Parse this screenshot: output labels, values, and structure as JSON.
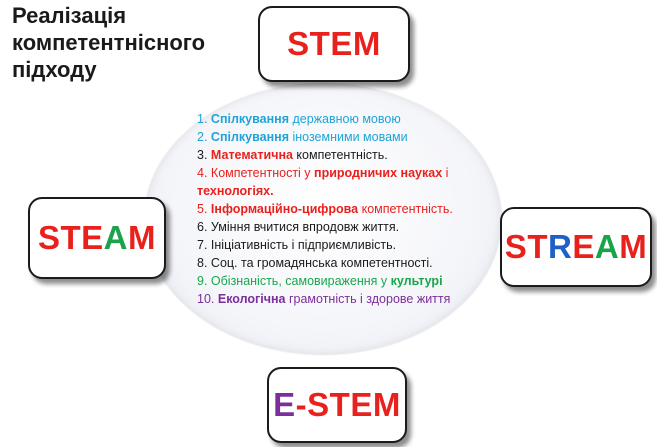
{
  "title": {
    "line1": "Реалізація",
    "line2": "компетентнісного",
    "line3": "підходу"
  },
  "cards": {
    "top": {
      "label": "STEM"
    },
    "left": {
      "letters": [
        "S",
        "T",
        "E",
        "A",
        "M"
      ]
    },
    "right": {
      "letters": [
        "S",
        "T",
        "R",
        "E",
        "A",
        "M"
      ]
    },
    "bottom": {
      "prefix": "E",
      "dash": "-",
      "rest": "STEM"
    }
  },
  "colors": {
    "red": "#e8211d",
    "green": "#1aa34a",
    "blue": "#1f5fc8",
    "purple": "#7b2f9b",
    "cyan": "#1fa3d8"
  },
  "list": [
    {
      "num": "1.",
      "bold": "Спілкування",
      "rest": " державною мовою"
    },
    {
      "num": "2.",
      "bold": "Спілкування",
      "rest": " іноземними мовами"
    },
    {
      "num": "3.",
      "bold": "Математична",
      "rest": " компетентність."
    },
    {
      "num": "4.",
      "pre": " Компетентності у ",
      "bold": "природничих науках",
      "rest": " і",
      "cont": "технологіях."
    },
    {
      "num": "5.",
      "bold": "Інформаційно-цифрова",
      "rest": " компетентність."
    },
    {
      "num": "6.",
      "rest": " Уміння вчитися впродовж життя."
    },
    {
      "num": "7.",
      "rest": " Ініціативність і підприємливість."
    },
    {
      "num": "8.",
      "rest": " Соц. та громадянська компетентності."
    },
    {
      "num": "9.",
      "pre": " Обізнаність, самовираження у ",
      "bold": "культурі"
    },
    {
      "num": "10.",
      "bold": "Екологічна",
      "rest": " грамотність і здорове життя"
    }
  ]
}
